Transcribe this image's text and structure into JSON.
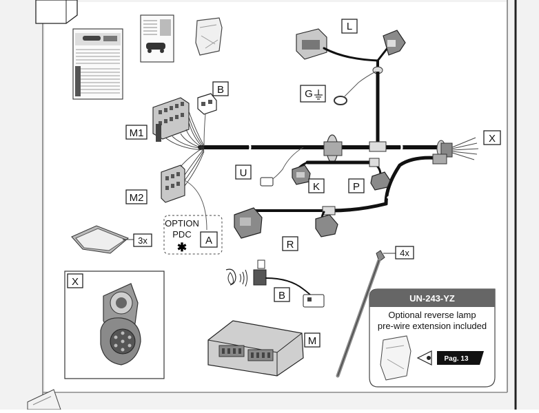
{
  "labels": {
    "L": "L",
    "B_top": "B",
    "M1": "M1",
    "G": "G",
    "X_right": "X",
    "U": "U",
    "K": "K",
    "P": "P",
    "M2": "M2",
    "option": "OPTION",
    "pdc": "PDC",
    "asterisk": "✱",
    "A": "A",
    "qty_3x": "3x",
    "R": "R",
    "qty_4x": "4x",
    "X_box": "X",
    "B_bottom": "B",
    "M": "M"
  },
  "info_box": {
    "code": "UN-243-YZ",
    "line1": "Optional reverse lamp",
    "line2": "pre-wire extension included",
    "page_ref": "Pag. 13"
  },
  "colors": {
    "background": "#f2f2f2",
    "info_header": "#666666",
    "wire": "#111111",
    "part": "#8a8a8a"
  }
}
